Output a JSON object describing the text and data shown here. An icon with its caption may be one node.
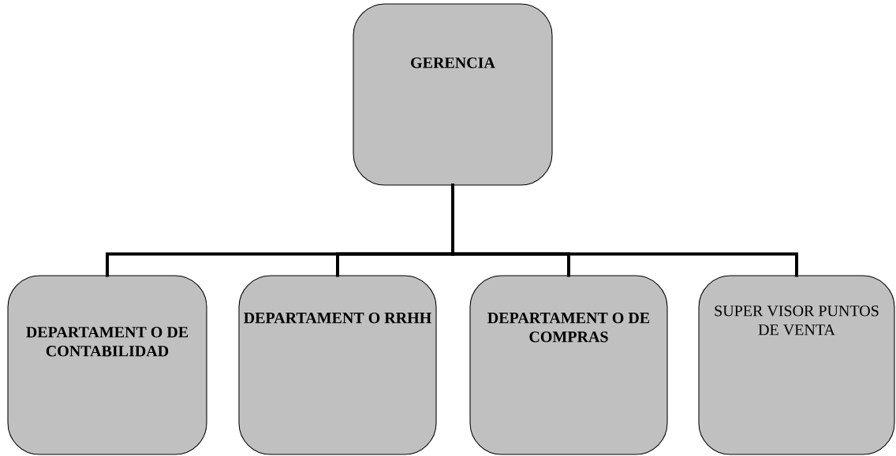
{
  "diagram": {
    "nodes": [
      {
        "text": [
          "GERENCIA"
        ]
      },
      {
        "text": [
          "DEPARTAMENT O DE CONTABILIDAD"
        ]
      },
      {
        "text": [
          "DEPARTAMENT O RRHH"
        ]
      },
      {
        "text": [
          "DEPARTAMENT O DE COMPRAS"
        ]
      },
      {
        "text": [
          "SUPER VISOR PUNTOS DE VENTA"
        ]
      }
    ],
    "edges": [
      {
        "from": 0,
        "to": 1,
        "arrow": "none"
      },
      {
        "from": 0,
        "to": 2,
        "arrow": "none"
      },
      {
        "from": 0,
        "to": 3,
        "arrow": "none"
      },
      {
        "from": 0,
        "to": 4,
        "arrow": "none"
      }
    ]
  }
}
